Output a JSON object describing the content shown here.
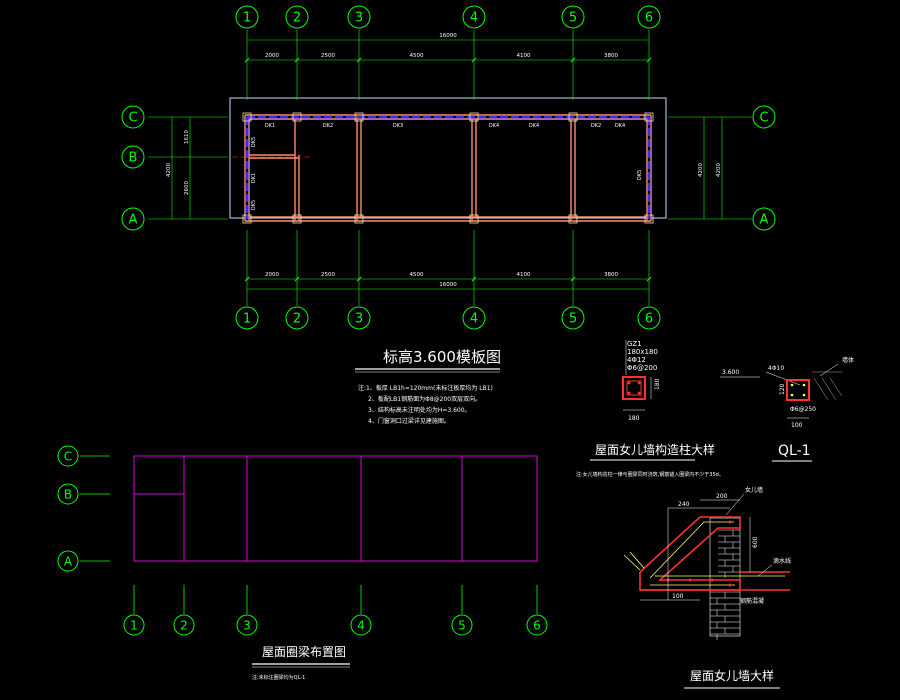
{
  "colors": {
    "background": "#000000",
    "axis_bubble": "#00ff00",
    "dimension": "#00ff00",
    "beam": "#ff8c69",
    "slab_outline": "#c8dcff",
    "slab_edge_dash": "#3030ff",
    "centerline": "#ff3030",
    "text": "#ffffff",
    "ring_beam_plan": "#e000e0",
    "detail_red": "#ff3030",
    "detail_yellow": "#ffff60"
  },
  "top_plan": {
    "axis_labels_x": [
      "1",
      "2",
      "3",
      "4",
      "5",
      "6"
    ],
    "axis_labels_y": [
      "C",
      "B",
      "A"
    ],
    "spans_top": [
      "2000",
      "2500",
      "4500",
      "4100",
      "3800"
    ],
    "total_top": "16000",
    "spans_bottom": [
      "2000",
      "2500",
      "4500",
      "4100",
      "3800"
    ],
    "total_bottom": "16000",
    "left_dims": [
      "1610",
      "2600"
    ],
    "left_total": "4200",
    "right_dim_inner": "4200",
    "right_dim_outer": "4200",
    "beam_tags_top": [
      "DK1",
      "DK2",
      "DK3",
      "DK4",
      "DK4",
      "DK2",
      "DK4"
    ],
    "beam_tags_vertical": [
      "DK5",
      "DK1",
      "DK5",
      "DK5"
    ]
  },
  "title_main": "标高3.600模板图",
  "notes": {
    "lines": [
      "注:1、板厚 LB1h=120mm(未标注板厚均为 LB1)",
      "2、板配LB1钢筋面为Φ8@200双层双向。",
      "3、结构标高未注明处均为H=3.600。",
      "4、门窗洞口过梁详见建施图。"
    ]
  },
  "column_detail": {
    "tag": "GZ1",
    "size": "180x180",
    "bars": "4Φ12",
    "stirrup": "Φ6@200",
    "dim_side": "180",
    "dim_bottom": "180",
    "title": "屋面女儿墙构造柱大样",
    "note": "注:女儿墙构造柱一律与圈梁同时浇筑,钢筋锚入圈梁内不少于35d。"
  },
  "ql_detail": {
    "elev": "3.600",
    "bars": "4Φ10",
    "stirrup": "Φ6@250",
    "dim_height": "120",
    "dim_width": "100",
    "label_right": "墙体",
    "title": "QL-1"
  },
  "ring_plan": {
    "axis_labels_y": [
      "C",
      "B",
      "A"
    ],
    "axis_labels_x": [
      "1",
      "2",
      "3",
      "4",
      "5",
      "6"
    ],
    "title": "屋面圈梁布置图",
    "note": "注:未标注圈梁均为QL-1"
  },
  "parapet_detail": {
    "dim_top_a": "200",
    "dim_top_b": "240",
    "dim_side": "600",
    "dim_bottom": "100",
    "label_a": "女儿墙",
    "label_b": "滴水线",
    "label_c": "钢筋混凝",
    "title": "屋面女儿墙大样"
  }
}
